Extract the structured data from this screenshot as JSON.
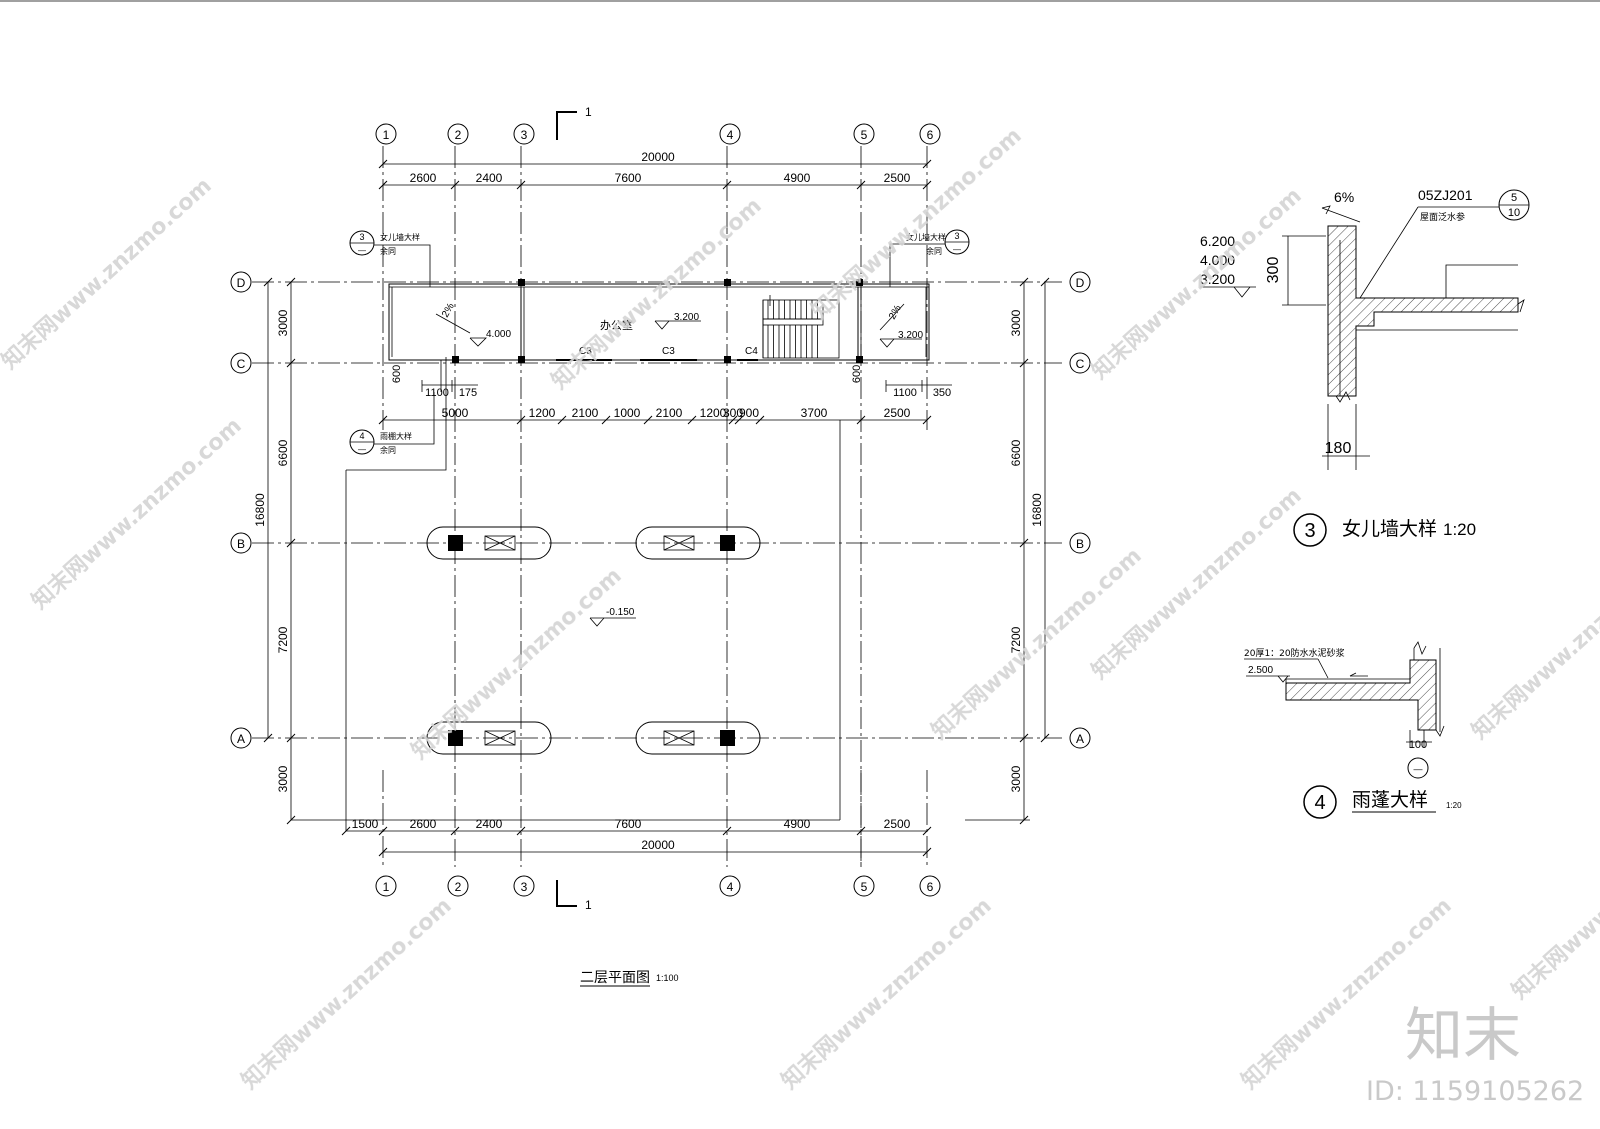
{
  "plan": {
    "grid_top": [
      "1",
      "2",
      "3",
      "4",
      "5",
      "6"
    ],
    "grid_bottom": [
      "1",
      "2",
      "3",
      "4",
      "5",
      "6"
    ],
    "row_labels": [
      "D",
      "C",
      "B",
      "A"
    ],
    "total_width": "20000",
    "top_dims": [
      "2600",
      "2400",
      "7600",
      "4900",
      "2500"
    ],
    "second_dims": [
      "5000",
      "1200",
      "2100",
      "1000",
      "2100",
      "1200",
      "300",
      "900",
      "3700",
      "2500"
    ],
    "bottom_dims": [
      "1500",
      "2600",
      "2400",
      "7600",
      "4900",
      "2500"
    ],
    "bottom_total": "20000",
    "left_dims": [
      "3000",
      "6600",
      "7200",
      "3000"
    ],
    "left_total": "16800",
    "right_dims": [
      "3000",
      "6600",
      "7200",
      "3000"
    ],
    "right_total": "16800",
    "small_dims": [
      "600",
      "1100",
      "175",
      "600",
      "1100",
      "350"
    ],
    "section_mark": "1",
    "room_name": "办公室",
    "elevations": [
      "4.000",
      "3.200",
      "3.200",
      "-0.150"
    ],
    "slopes": [
      "2%",
      "2%"
    ],
    "windows": [
      "C3",
      "C3",
      "C4"
    ],
    "callout_left": {
      "num": "3",
      "sub": "—",
      "text1": "女儿墙大样",
      "text2": "余同"
    },
    "callout_right": {
      "num": "3",
      "sub": "—",
      "text1": "女儿墙大样",
      "text2": "余同"
    },
    "callout_canopy": {
      "num": "4",
      "sub": "—",
      "text1": "雨棚大样",
      "text2": "余同"
    },
    "title": "二层平面图",
    "scale": "1:100"
  },
  "detail3": {
    "ref_code": "05ZJ201",
    "ref_num": "5",
    "ref_den": "10",
    "ref_note": "屋面泛水参",
    "slope": "6%",
    "elev": [
      "6.200",
      "4.000",
      "3.200"
    ],
    "dim_height": "300",
    "dim_width": "180",
    "num": "3",
    "title": "女儿墙大样",
    "scale": "1:20"
  },
  "detail4": {
    "note": "20厚1：20防水水泥砂浆",
    "elev": "2.500",
    "dim": "100",
    "num": "4",
    "sub": "—",
    "title": "雨蓬大样",
    "scale": "1:20"
  },
  "watermark": {
    "text": "知末网www.znzmo.com",
    "brand": "知末",
    "id": "ID: 1159105262"
  }
}
